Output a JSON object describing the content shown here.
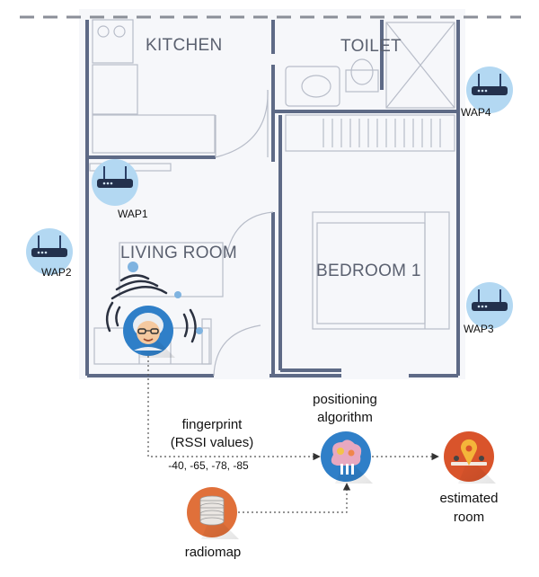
{
  "floorplan": {
    "rooms": {
      "kitchen": "KITCHEN",
      "toilet": "TOILET",
      "living_room": "LIVING ROOM",
      "bedroom": "BEDROOM 1"
    }
  },
  "access_points": [
    {
      "id": "wap1",
      "label": "WAP1"
    },
    {
      "id": "wap2",
      "label": "WAP2"
    },
    {
      "id": "wap3",
      "label": "WAP3"
    },
    {
      "id": "wap4",
      "label": "WAP4"
    }
  ],
  "flow": {
    "fingerprint_line1": "fingerprint",
    "fingerprint_line2": "(RSSI values)",
    "rssi_values": "-40, -65, -78, -85",
    "positioning_line1": "positioning",
    "positioning_line2": "algorithm",
    "estimated_line1": "estimated",
    "estimated_line2": "room",
    "radiomap": "radiomap"
  },
  "colors": {
    "wap_circle": "#b3d8f2",
    "user_circle": "#2f7fc8",
    "brain_circle": "#2f7fc8",
    "radiomap_circle": "#e0703a",
    "estimated_circle": "#d9542b",
    "wall": "#5e6a86"
  },
  "icons": {
    "wap": "wifi-router-icon",
    "user": "elderly-person-icon",
    "algorithm": "brain-gears-icon",
    "radiomap": "database-icon",
    "room": "map-pin-icon"
  }
}
